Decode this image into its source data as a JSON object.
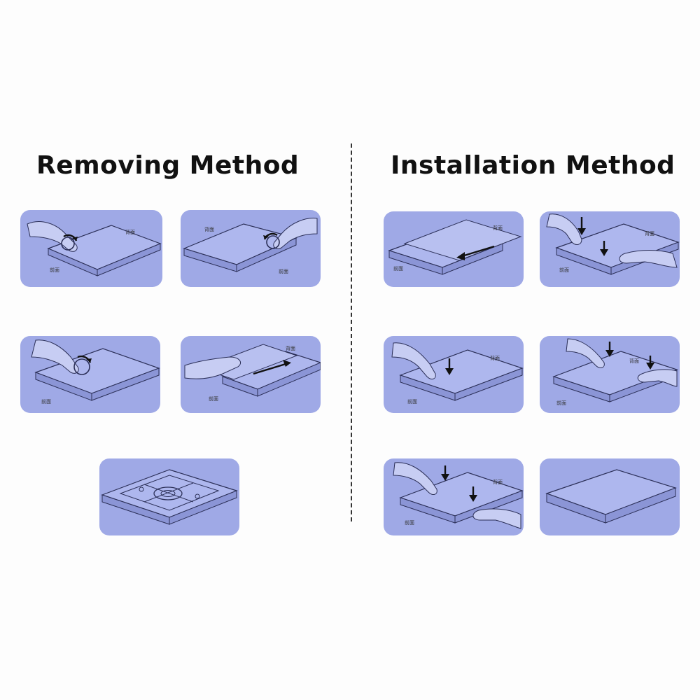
{
  "headings": {
    "removing": "Removing Method",
    "installation": "Installation Method"
  },
  "labels": {
    "back": "背面",
    "front": "前面"
  },
  "removing_steps": [
    {
      "icon": "rotate-left-corner",
      "arrow": "rotate"
    },
    {
      "icon": "rotate-right-corner",
      "arrow": "rotate"
    },
    {
      "icon": "rotate-left-lift",
      "arrow": "rotate"
    },
    {
      "icon": "slide-cover-right",
      "arrow": "right"
    },
    {
      "icon": "cover-removed",
      "arrow": "none"
    }
  ],
  "installation_steps": [
    {
      "icon": "slide-cover-left",
      "arrow": "left"
    },
    {
      "icon": "press-corners",
      "arrow": "down"
    },
    {
      "icon": "press-left",
      "arrow": "down"
    },
    {
      "icon": "press-two-points",
      "arrow": "down"
    },
    {
      "icon": "press-left-and-right",
      "arrow": "down"
    },
    {
      "icon": "installed",
      "arrow": "none"
    }
  ],
  "colors": {
    "panel": "#9fa9e6",
    "line": "#2b2f57",
    "device_top": "#aeb7ee",
    "device_side": "#8b95d6"
  }
}
